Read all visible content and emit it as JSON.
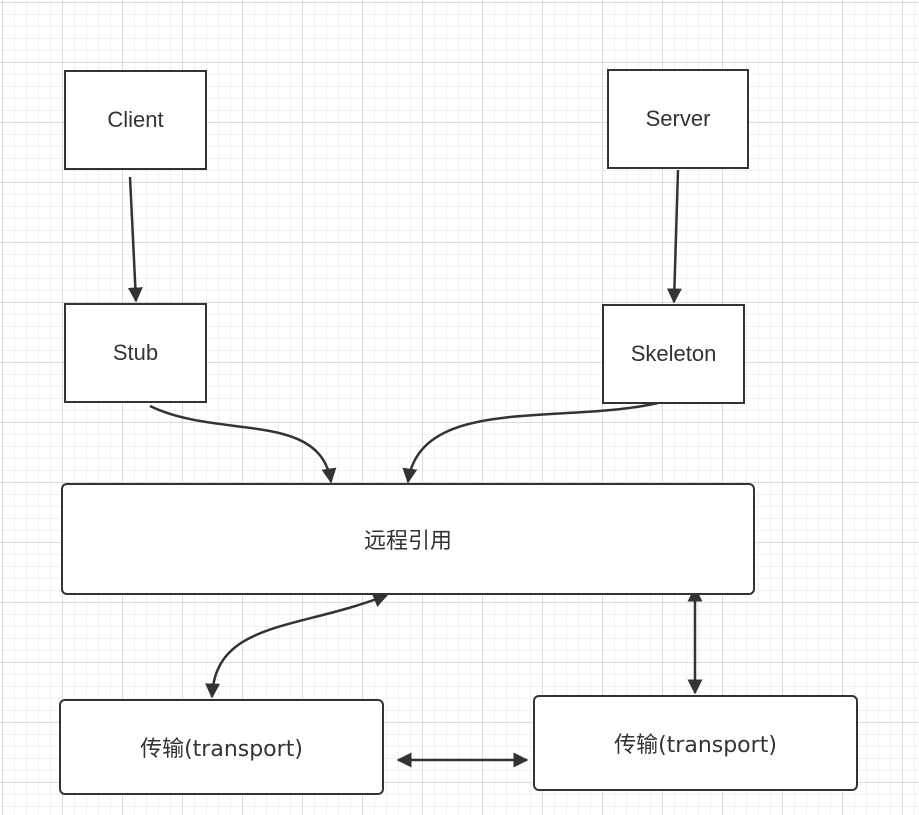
{
  "nodes": {
    "client": "Client",
    "server": "Server",
    "stub": "Stub",
    "skeleton": "Skeleton",
    "remote_reference": "远程引用",
    "transport_left": "传输(transport)",
    "transport_right": "传输(transport)"
  },
  "colors": {
    "stroke": "#333333",
    "grid": "#dcdcdc",
    "background": "#ffffff"
  }
}
